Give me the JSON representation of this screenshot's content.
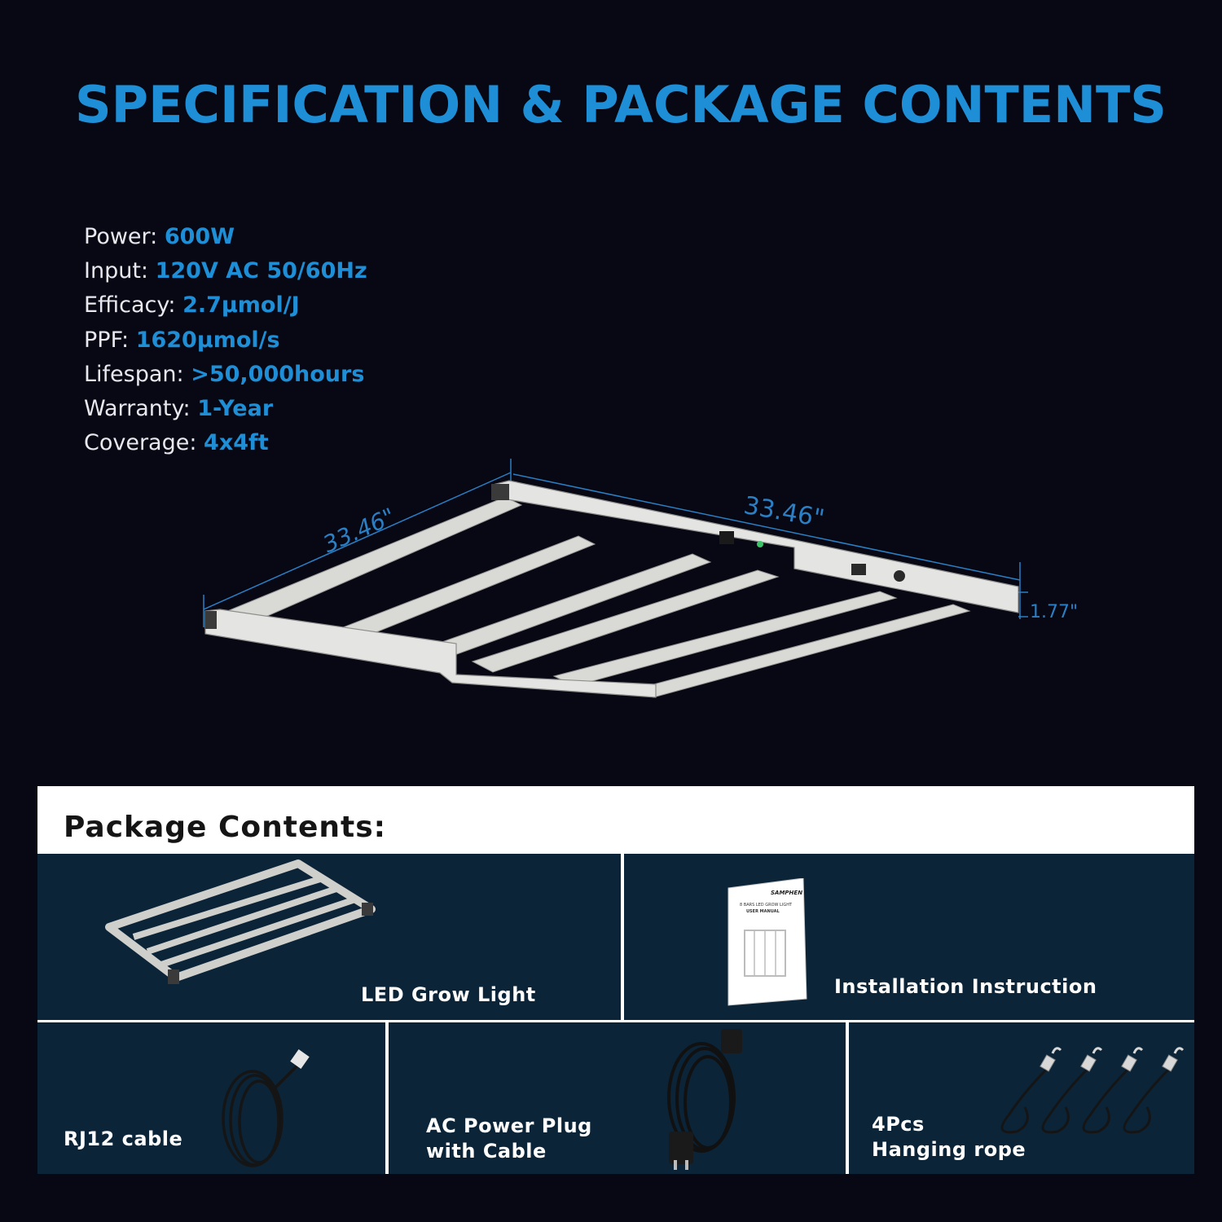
{
  "title": "SPECIFICATION & PACKAGE CONTENTS",
  "specs": [
    {
      "label": "Power: ",
      "value": "600W"
    },
    {
      "label": "Input: ",
      "value": "120V AC 50/60Hz"
    },
    {
      "label": "Efficacy: ",
      "value": "2.7μmol/J"
    },
    {
      "label": "PPF: ",
      "value": "1620μmol/s"
    },
    {
      "label": "Lifespan: ",
      "value": ">50,000hours"
    },
    {
      "label": "Warranty: ",
      "value": "1-Year"
    },
    {
      "label": "Coverage: ",
      "value": "4x4ft"
    }
  ],
  "dimensions": {
    "left_width": "33.46\"",
    "right_length": "33.46\"",
    "height": "1.77\""
  },
  "package": {
    "heading": "Package Contents:",
    "items": {
      "led": "LED Grow Light",
      "manual": "Installation Instruction",
      "rj12": "RJ12 cable",
      "ac_line1": "AC Power Plug",
      "ac_line2": "with Cable",
      "rope_line1": "4Pcs",
      "rope_line2": "Hanging rope"
    },
    "manual_brand": "SAMPHEN",
    "manual_line1": "8 BARS LED GROW LIGHT",
    "manual_line2": "USER MANUAL"
  },
  "colors": {
    "accent": "#1e8fd6",
    "background": "#070814",
    "cell": "#0b2438",
    "panel": "#ffffff"
  }
}
